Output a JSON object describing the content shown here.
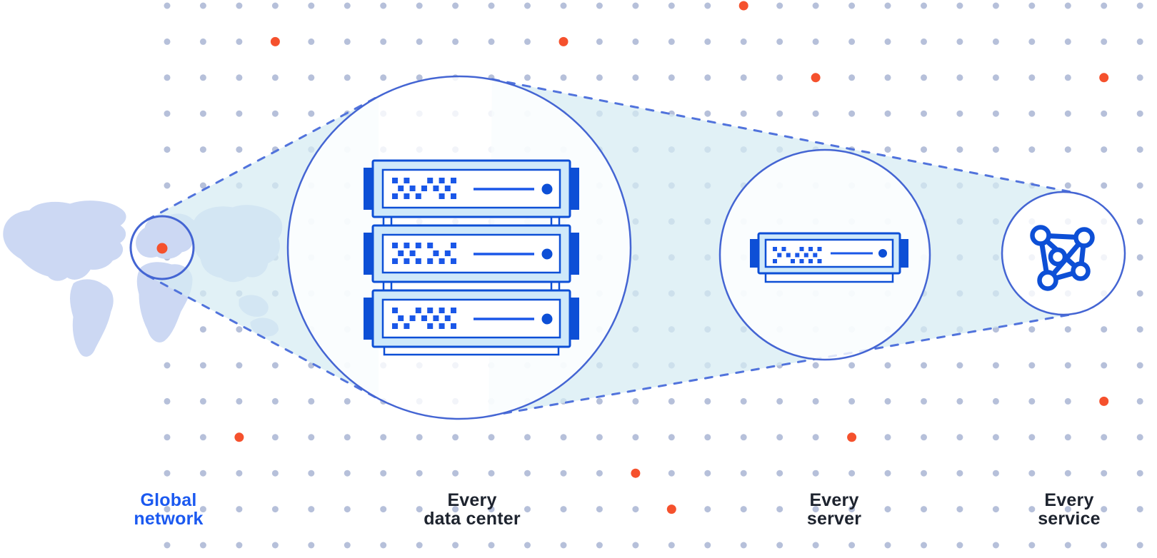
{
  "labels": {
    "global_network": {
      "line1": "Global",
      "line2": "network"
    },
    "data_center": {
      "line1": "Every",
      "line2": "data center"
    },
    "server": {
      "line1": "Every",
      "line2": "server"
    },
    "service": {
      "line1": "Every",
      "line2": "service"
    }
  },
  "icons": {
    "map_marker": "location-dot-icon",
    "data_center": "server-rack-icon",
    "server": "server-unit-icon",
    "service": "mesh-network-icon"
  },
  "colors": {
    "accent_blue": "#1a57e8",
    "structure_blue": "#0d4fd6",
    "circle_blue": "#4465d3",
    "dashed_blue": "#5173dc",
    "cone_fill": "#d6ecf3",
    "grid_dot": "#b6c0da",
    "orange": "#f5512d",
    "map_fill": "#ccd8f3",
    "label_dark": "#1d232e",
    "label_blue": "#1b59f0",
    "server_fill": "#cfe9fa",
    "white": "#ffffff"
  },
  "background": {
    "orange_dots": [
      [
        16,
        0
      ],
      [
        3,
        1
      ],
      [
        11,
        1
      ],
      [
        18,
        2
      ],
      [
        26,
        2
      ],
      [
        26,
        11
      ],
      [
        2,
        12
      ],
      [
        19,
        12
      ],
      [
        13,
        13
      ],
      [
        14,
        14
      ]
    ]
  }
}
